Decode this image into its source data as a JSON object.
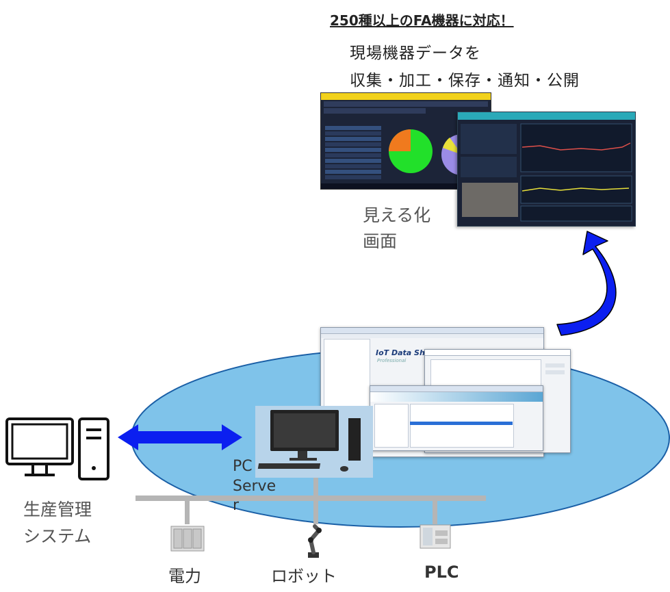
{
  "headline": "250種以上のFA機器に対応！",
  "subtitle_1": "現場機器データを",
  "subtitle_2": "収集・加工・保存・通知・公開",
  "visualization_label_1": "見える化",
  "visualization_label_2": "画面",
  "production_label_1": "生産管理",
  "production_label_2": "システム",
  "pc_server_label": "PC\nServe\nr",
  "devices": {
    "power": "電力",
    "robot": "ロボット",
    "plc": "PLC"
  },
  "app": {
    "title": "IoT Data Share",
    "edition": "Professional"
  },
  "colors": {
    "ellipse_fill": "#7fc3ea",
    "ellipse_stroke": "#1a5fa6",
    "arrow": "#0b1ff0",
    "network": "#b5b5b5",
    "pc_panel": "#b8d4ea"
  }
}
